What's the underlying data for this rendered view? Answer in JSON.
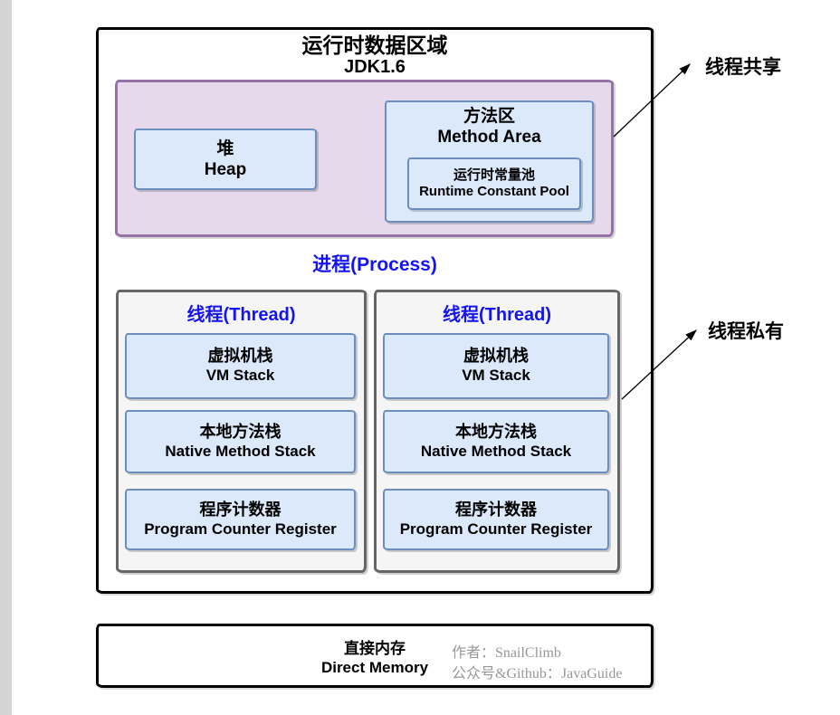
{
  "colors": {
    "shared_region_fill": "#e6d9ec",
    "shared_region_border": "#9673a6",
    "memory_box_fill": "#dbe9fb",
    "memory_box_border": "#6c8ebf",
    "thread_box_fill": "#f5f5f5",
    "thread_box_border": "#666666",
    "label_blue": "#1414f0",
    "outline_black": "#000000",
    "watermark_gray": "#989898"
  },
  "diagram": {
    "title_line1": "运行时数据区域",
    "title_line2": "JDK1.6",
    "shared_region": {
      "heap": {
        "zh": "堆",
        "en": "Heap"
      },
      "method_area": {
        "zh": "方法区",
        "en": "Method Area"
      },
      "runtime_constant_pool": {
        "zh": "运行时常量池",
        "en": "Runtime Constant Pool"
      }
    },
    "process_label": "进程(Process)",
    "threads": [
      {
        "label": "线程(Thread)",
        "items": [
          {
            "zh": "虚拟机栈",
            "en": "VM Stack"
          },
          {
            "zh": "本地方法栈",
            "en": "Native Method Stack"
          },
          {
            "zh": "程序计数器",
            "en": "Program Counter Register"
          }
        ]
      },
      {
        "label": "线程(Thread)",
        "items": [
          {
            "zh": "虚拟机栈",
            "en": "VM Stack"
          },
          {
            "zh": "本地方法栈",
            "en": "Native Method Stack"
          },
          {
            "zh": "程序计数器",
            "en": "Program Counter Register"
          }
        ]
      }
    ],
    "annotations": {
      "thread_shared": "线程共享",
      "thread_private": "线程私有"
    },
    "direct_memory": {
      "zh": "直接内存",
      "en": "Direct Memory"
    },
    "watermark": {
      "author_line": "作者：SnailClimb",
      "account_line": "公众号&Github：JavaGuide"
    }
  }
}
